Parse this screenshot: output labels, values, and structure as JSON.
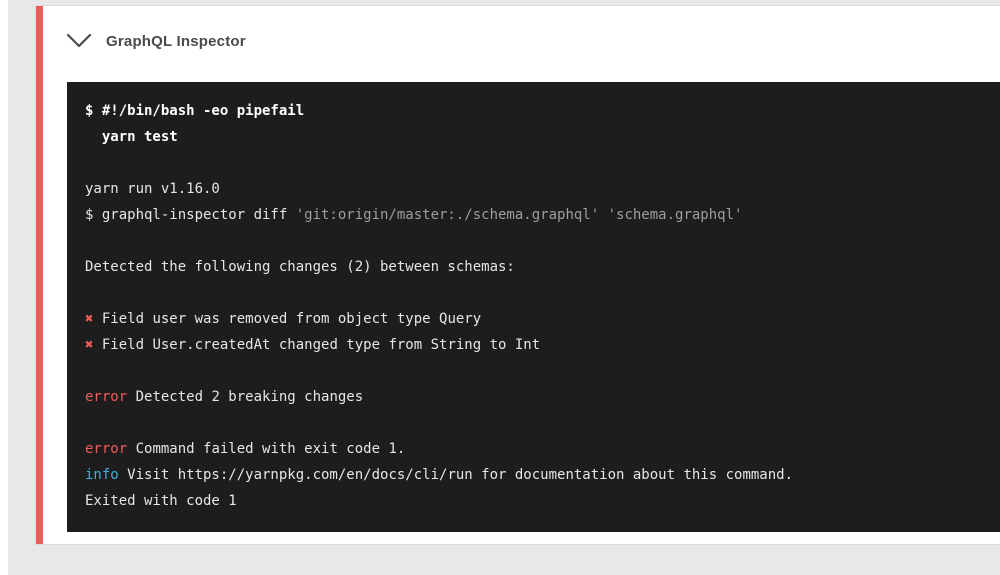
{
  "page": {
    "background": "#e8e8e8"
  },
  "card": {
    "title": "GraphQL Inspector",
    "accent_color": "#ef5b5b",
    "collapse_icon": "chevron-down"
  },
  "terminal": {
    "background": "#1d1d1d",
    "colors": {
      "plain": "#e6e6e6",
      "bold": "#ffffff",
      "dim": "#9e9e9e",
      "error_red": "#ef5b5b",
      "info_cyan": "#3fb1d8"
    },
    "lines": [
      [
        {
          "t": "$ #!/bin/bash -eo pipefail",
          "c": "bold"
        }
      ],
      [
        {
          "t": "  yarn test",
          "c": "bold"
        }
      ],
      [],
      [
        {
          "t": "yarn run v1.16.0"
        }
      ],
      [
        {
          "t": "$ graphql-inspector diff "
        },
        {
          "t": "'git:origin/master:./schema.graphql'",
          "c": "dim"
        },
        {
          "t": " "
        },
        {
          "t": "'schema.graphql'",
          "c": "dim"
        }
      ],
      [],
      [
        {
          "t": "Detected the following changes (2) between schemas:"
        }
      ],
      [],
      [
        {
          "t": "✖",
          "c": "red",
          "n": "error-cross-icon"
        },
        {
          "t": " Field user was removed from object type Query"
        }
      ],
      [
        {
          "t": "✖",
          "c": "red",
          "n": "error-cross-icon"
        },
        {
          "t": " Field User.createdAt changed type from String to Int"
        }
      ],
      [],
      [
        {
          "t": "error",
          "c": "red"
        },
        {
          "t": " Detected 2 breaking changes"
        }
      ],
      [],
      [
        {
          "t": "error",
          "c": "red"
        },
        {
          "t": " Command failed with exit code 1."
        }
      ],
      [
        {
          "t": "info",
          "c": "cyan"
        },
        {
          "t": " Visit https://yarnpkg.com/en/docs/cli/run for documentation about this command."
        }
      ],
      [
        {
          "t": "Exited with code 1"
        }
      ]
    ]
  }
}
